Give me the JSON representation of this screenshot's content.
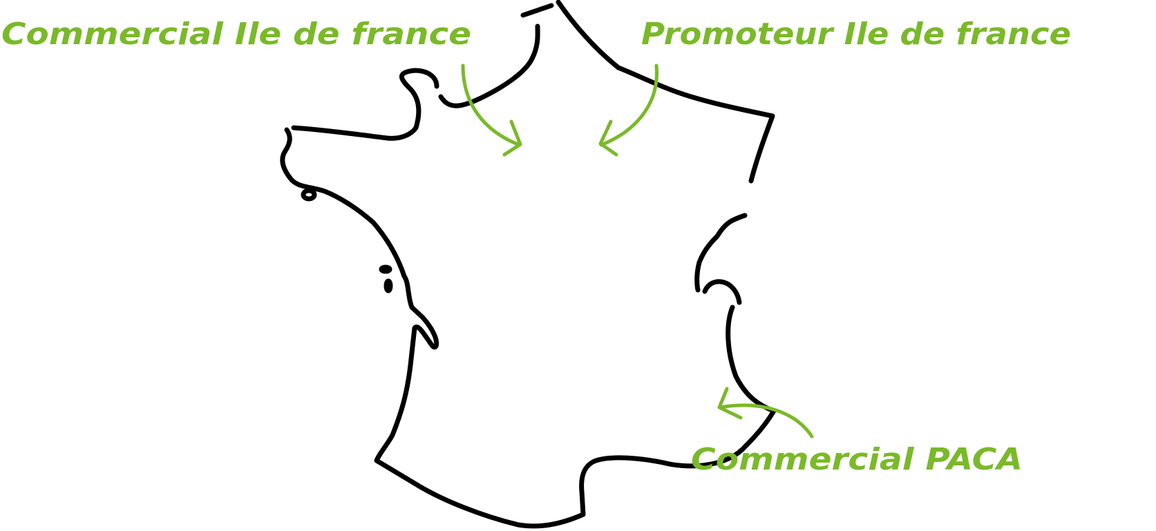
{
  "colors": {
    "accent": "#7ab929",
    "outline": "#000000"
  },
  "labels": {
    "commercial_idf": "Commercial Ile de france",
    "promoteur_idf": "Promoteur Ile de france",
    "commercial_paca": "Commercial PACA"
  },
  "icons": [
    "france-outline-map",
    "arrow-icon"
  ]
}
